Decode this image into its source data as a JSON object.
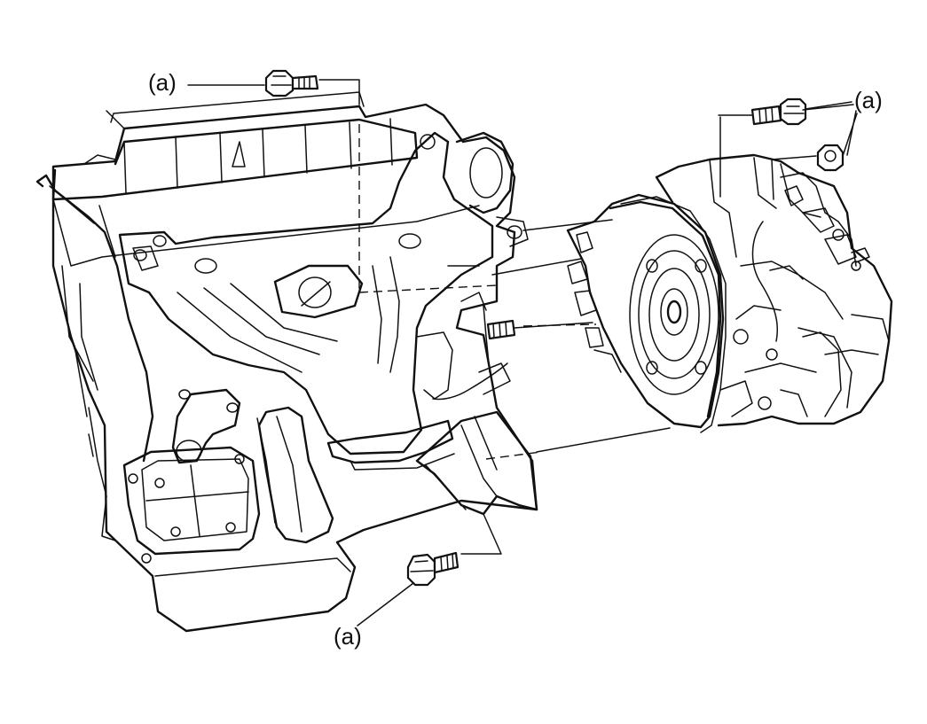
{
  "diagram": {
    "callouts": [
      {
        "id": "top-left",
        "label": "(a)"
      },
      {
        "id": "top-right",
        "label": "(a)"
      },
      {
        "id": "bottom",
        "label": "(a)"
      }
    ]
  }
}
